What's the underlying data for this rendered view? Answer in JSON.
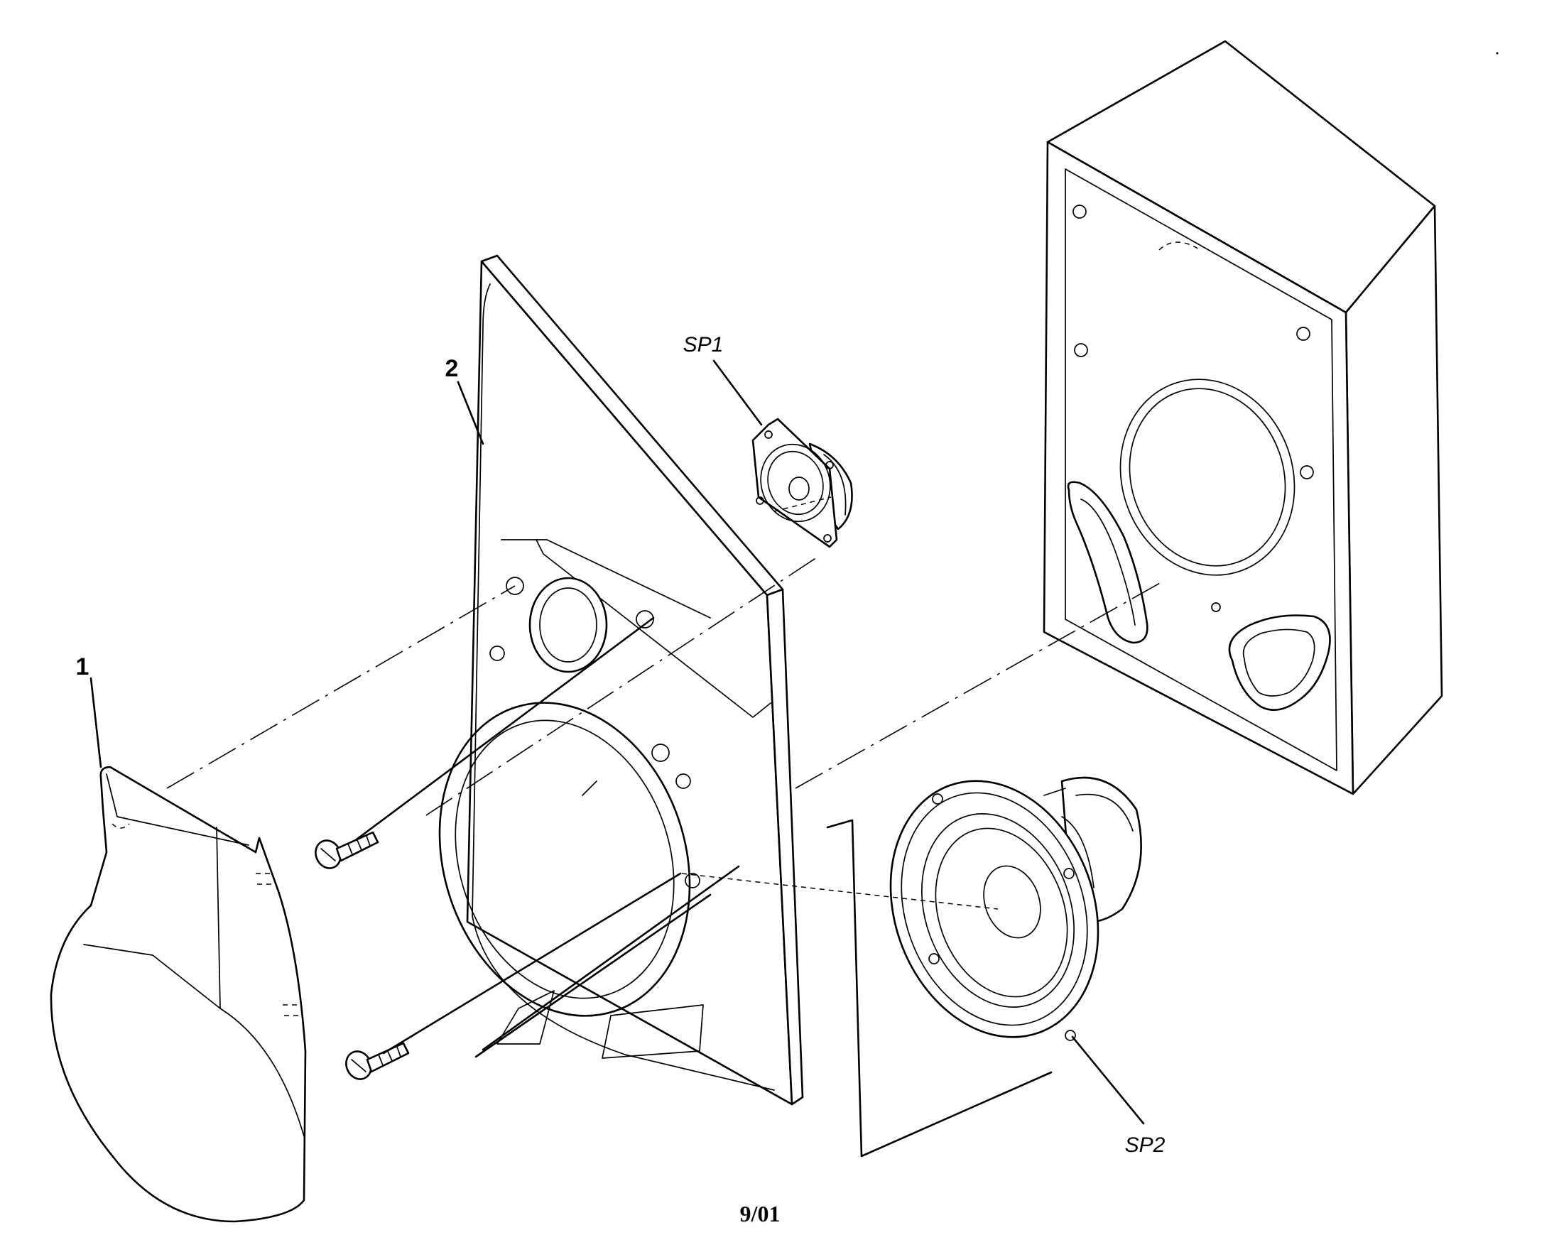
{
  "labels": {
    "part_1": "1",
    "part_2": "2",
    "speaker_1": "SP1",
    "speaker_2": "SP2",
    "revision": "9/01"
  }
}
